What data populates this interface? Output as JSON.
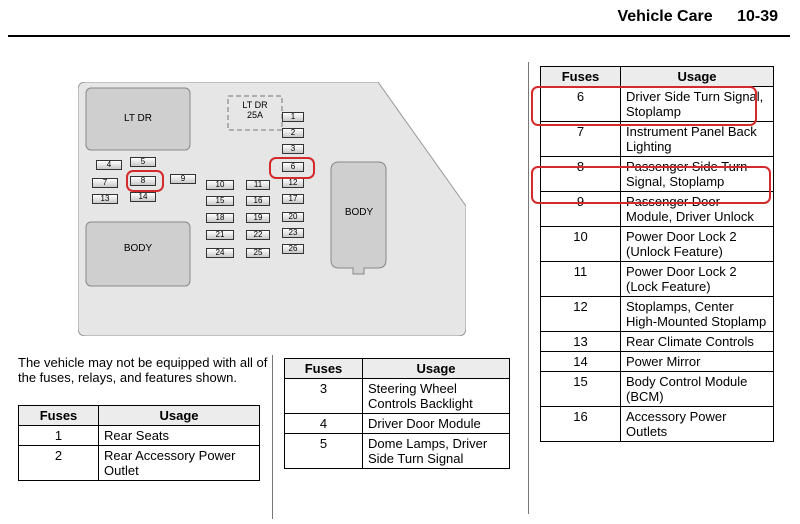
{
  "header": {
    "section": "Vehicle Care",
    "page": "10-39"
  },
  "diagram": {
    "labels": {
      "lt_dr": "LT DR",
      "lt_dr_25a": "LT DR\n25A",
      "body_left": "BODY",
      "body_right": "BODY"
    },
    "fuse_numbers": [
      "1",
      "2",
      "3",
      "4",
      "5",
      "6",
      "7",
      "8",
      "9",
      "10",
      "11",
      "12",
      "13",
      "14",
      "15",
      "16",
      "17",
      "18",
      "19",
      "20",
      "21",
      "22",
      "23",
      "24",
      "25",
      "26"
    ],
    "highlight_color": "#d32a2a"
  },
  "note": "The vehicle may not be equipped with all of the fuses, relays, and features shown.",
  "tables": {
    "headers": {
      "fuses": "Fuses",
      "usage": "Usage"
    },
    "t1": [
      {
        "fuse": "1",
        "usage": "Rear Seats"
      },
      {
        "fuse": "2",
        "usage": "Rear Accessory Power Outlet"
      }
    ],
    "t2": [
      {
        "fuse": "3",
        "usage": "Steering Wheel Controls Backlight"
      },
      {
        "fuse": "4",
        "usage": "Driver Door Module"
      },
      {
        "fuse": "5",
        "usage": "Dome Lamps, Driver Side Turn Signal"
      }
    ],
    "t3": [
      {
        "fuse": "6",
        "usage": "Driver Side Turn Signal, Stoplamp"
      },
      {
        "fuse": "7",
        "usage": "Instrument Panel Back Lighting"
      },
      {
        "fuse": "8",
        "usage": "Passenger Side Turn Signal, Stoplamp"
      },
      {
        "fuse": "9",
        "usage": "Passenger Door Module, Driver Unlock"
      },
      {
        "fuse": "10",
        "usage": "Power Door Lock 2 (Unlock Feature)"
      },
      {
        "fuse": "11",
        "usage": "Power Door Lock 2 (Lock Feature)"
      },
      {
        "fuse": "12",
        "usage": "Stoplamps, Center High-Mounted Stoplamp"
      },
      {
        "fuse": "13",
        "usage": "Rear Climate Controls"
      },
      {
        "fuse": "14",
        "usage": "Power Mirror"
      },
      {
        "fuse": "15",
        "usage": "Body Control Module (BCM)"
      },
      {
        "fuse": "16",
        "usage": "Accessory Power Outlets"
      }
    ]
  }
}
